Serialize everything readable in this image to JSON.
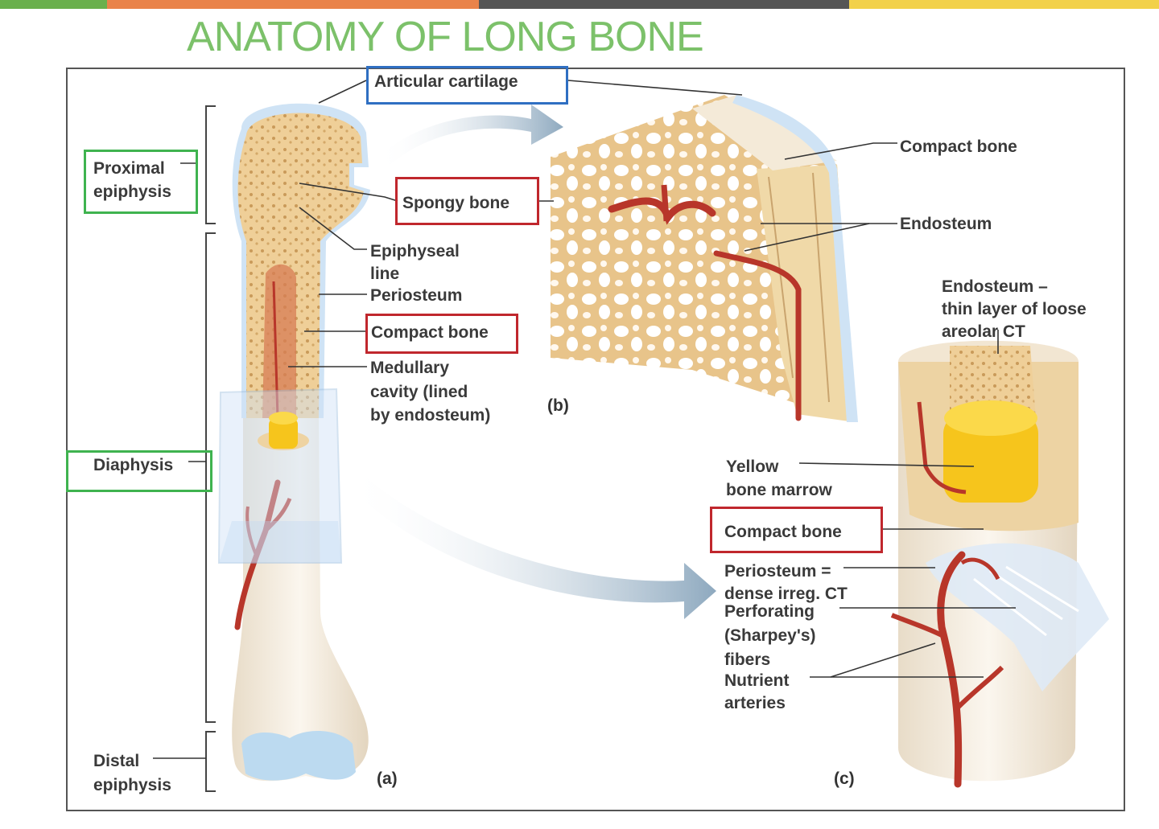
{
  "title": "ANATOMY OF LONG BONE",
  "colors": {
    "bar_green": "#6ab04c",
    "bar_orange": "#e9834a",
    "bar_gray": "#555555",
    "bar_yellow": "#f2d14a",
    "title": "#7cc16a",
    "box_green": "#3fb34f",
    "box_red": "#c0272d",
    "box_blue": "#2f6fc2",
    "bone": "#f1d6a6",
    "marrow": "#f6c51c",
    "artery": "#b8362a"
  },
  "panels": {
    "a": "(a)",
    "b": "(b)",
    "c": "(c)"
  },
  "labels": {
    "articular_cartilage": "Articular cartilage",
    "proximal_epiphysis_1": "Proximal",
    "proximal_epiphysis_2": "epiphysis",
    "spongy_bone": "Spongy bone",
    "epiphyseal_line_1": "Epiphyseal",
    "epiphyseal_line_2": "line",
    "periosteum": "Periosteum",
    "compact_bone_a": "Compact bone",
    "medullary_1": "Medullary",
    "medullary_2": "cavity (lined",
    "medullary_3": "by endosteum)",
    "diaphysis": "Diaphysis",
    "distal_epiphysis_1": "Distal",
    "distal_epiphysis_2": "epiphysis",
    "compact_bone_b": "Compact bone",
    "endosteum_b": "Endosteum",
    "endosteum_c_1": "Endosteum –",
    "endosteum_c_2": "thin layer of loose",
    "endosteum_c_3": "areolar CT",
    "yellow_marrow_1": "Yellow",
    "yellow_marrow_2": "bone marrow",
    "compact_bone_c": "Compact bone",
    "periosteum_c_1": "Periosteum =",
    "periosteum_c_2": "dense irreg. CT",
    "perforating_1": "Perforating",
    "perforating_2": "(Sharpey's)",
    "perforating_3": "fibers",
    "nutrient_1": "Nutrient",
    "nutrient_2": "arteries"
  }
}
